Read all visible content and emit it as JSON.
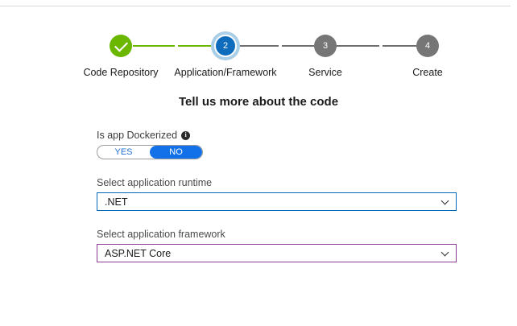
{
  "wizard": {
    "steps": [
      {
        "label": "Code Repository",
        "indicator": "check",
        "state": "completed"
      },
      {
        "label": "Application/Framework",
        "indicator": "2",
        "state": "current"
      },
      {
        "label": "Service",
        "indicator": "3",
        "state": "pending"
      },
      {
        "label": "Create",
        "indicator": "4",
        "state": "pending"
      }
    ],
    "colors": {
      "completed": "#6bb700",
      "current": "#0f6cbd",
      "current_halo": "#a9cfe8",
      "pending": "#767676",
      "connector_done": "#6bb700",
      "connector_pending": "#6e6e6e"
    }
  },
  "form": {
    "title": "Tell us more about the code",
    "dockerized": {
      "label": "Is app Dockerized",
      "info_icon": "info-icon",
      "options": [
        "YES",
        "NO"
      ],
      "selected": "NO",
      "accent": "#1271e8"
    },
    "runtime": {
      "label": "Select application runtime",
      "value": ".NET",
      "chevron": "chevron-down-icon",
      "border_color": "#0067b8"
    },
    "framework": {
      "label": "Select application framework",
      "value": "ASP.NET Core",
      "chevron": "chevron-down-icon",
      "border_color": "#8a3a93"
    }
  }
}
